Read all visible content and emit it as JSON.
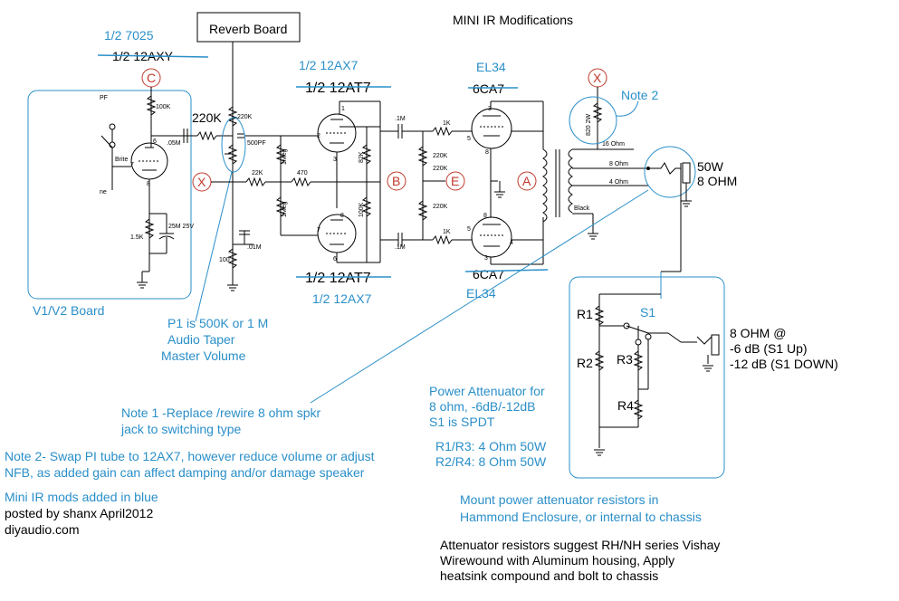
{
  "title": "MINI IR Modifications",
  "reverb_board": "Reverb Board",
  "v1_top": {
    "new_label": "1/2 7025",
    "old_label": "1/2 12AXY"
  },
  "v1v2_board": "V1/V2 Board",
  "pi_top": {
    "label": "1/2 12AX7",
    "struck": "1/2 12AT7"
  },
  "pi_bottom": {
    "struck": "1/2 12AT7",
    "label": "1/2 12AX7"
  },
  "el34_top": {
    "label": "EL34",
    "struck": "6CA7"
  },
  "el34_bottom": {
    "struck": "6CA7",
    "label": "EL34"
  },
  "test_points": [
    "C",
    "X",
    "B",
    "E",
    "A",
    "X"
  ],
  "note2_marker": "Note 2",
  "speaker": {
    "line1": "50W",
    "line2": "8 OHM"
  },
  "p1_note": [
    "P1 is 500K or 1 M",
    "Audio Taper",
    "Master Volume"
  ],
  "note1": [
    "Note 1 -Replace /rewire 8 ohm spkr",
    "jack to switching type"
  ],
  "note2": [
    "Note 2- Swap PI tube to 12AX7, however reduce volume or adjust",
    "NFB, as added gain can affect damping and/or damage speaker"
  ],
  "credits": [
    "Mini IR mods added in blue",
    "posted by shanx   April2012",
    "diyaudio.com"
  ],
  "attenuator": {
    "desc": [
      "Power Attenuator for",
      "8 ohm, -6dB/-12dB",
      "S1 is SPDT"
    ],
    "values": [
      "R1/R3: 4 Ohm 50W",
      "R2/R4: 8 Ohm 50W"
    ],
    "r1": "R1",
    "r2": "R2",
    "r3": "R3",
    "r4": "R4",
    "s1": "S1",
    "output": [
      "8 OHM @",
      "-6 dB (S1 Up)",
      "-12 dB (S1 DOWN)"
    ]
  },
  "mount_note": [
    "Mount power attenuator resistors in",
    "Hammond Enclosure, or internal to chassis"
  ],
  "resistor_note": [
    "Attenuator resistors suggest RH/NH series Vishay",
    "Wirewound with Aluminum housing, Apply",
    "heatsink compound and bolt to chassis"
  ],
  "component_labels": {
    "r220k": "220K",
    "pot_220k": "220K",
    "cap_500pf": "500PF",
    "r22k": "22K",
    "r470": "470",
    "r1meg_a": "1Meg",
    "r1meg_b": "1Meg",
    "r100": "100",
    "cap_01m": ".01M",
    "r82k": "82K",
    "r100k": "100K",
    "cap_1m_a": ".1M",
    "cap_1m_b": ".1M",
    "r220k_a": "220K",
    "r220k_b": "220K",
    "r220k_c": "220K",
    "r1k_a": "1K",
    "r1k_b": "1K",
    "r820": "820 2W",
    "tap16": "16 Ohm",
    "tap8": "8 Ohm",
    "tap4": "4 Ohm",
    "black": "Black",
    "v1_r100k": "100K",
    "v1_cap": ".05M",
    "v1_r15k": "1.5K",
    "v1_cap25": "25M 25V",
    "bright": "Brite",
    "pf": "PF",
    "ne": "ne",
    "pin1": "1",
    "pin2": "2",
    "pin3": "3",
    "pin6": "6",
    "pin7": "7",
    "pin8": "8",
    "pin5": "5",
    "pin4": "4",
    "pin3b": "3"
  },
  "colors": {
    "accent": "#2a8fc9",
    "ink": "#000000",
    "marker": "#c0392b"
  }
}
